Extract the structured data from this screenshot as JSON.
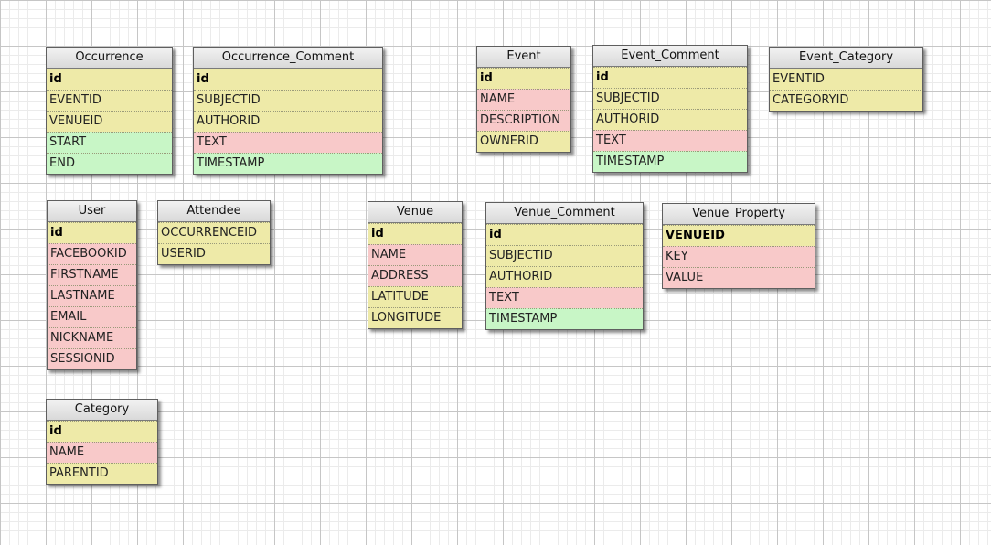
{
  "diagram": {
    "entities": [
      {
        "name": "Occurrence",
        "fields": [
          {
            "label": "id",
            "kind": "key",
            "pk": true
          },
          {
            "label": "EVENTID",
            "kind": "key"
          },
          {
            "label": "VENUEID",
            "kind": "key"
          },
          {
            "label": "START",
            "kind": "time"
          },
          {
            "label": "END",
            "kind": "time"
          }
        ]
      },
      {
        "name": "Occurrence_Comment",
        "fields": [
          {
            "label": "id",
            "kind": "key",
            "pk": true
          },
          {
            "label": "SUBJECTID",
            "kind": "key"
          },
          {
            "label": "AUTHORID",
            "kind": "key"
          },
          {
            "label": "TEXT",
            "kind": "text"
          },
          {
            "label": "TIMESTAMP",
            "kind": "time"
          }
        ]
      },
      {
        "name": "Event",
        "fields": [
          {
            "label": "id",
            "kind": "key",
            "pk": true
          },
          {
            "label": "NAME",
            "kind": "text"
          },
          {
            "label": "DESCRIPTION",
            "kind": "text"
          },
          {
            "label": "OWNERID",
            "kind": "key"
          }
        ]
      },
      {
        "name": "Event_Comment",
        "fields": [
          {
            "label": "id",
            "kind": "key",
            "pk": true
          },
          {
            "label": "SUBJECTID",
            "kind": "key"
          },
          {
            "label": "AUTHORID",
            "kind": "key"
          },
          {
            "label": "TEXT",
            "kind": "text"
          },
          {
            "label": "TIMESTAMP",
            "kind": "time"
          }
        ]
      },
      {
        "name": "Event_Category",
        "fields": [
          {
            "label": "EVENTID",
            "kind": "key"
          },
          {
            "label": "CATEGORYID",
            "kind": "key"
          }
        ]
      },
      {
        "name": "User",
        "fields": [
          {
            "label": "id",
            "kind": "key",
            "pk": true
          },
          {
            "label": "FACEBOOKID",
            "kind": "text"
          },
          {
            "label": "FIRSTNAME",
            "kind": "text"
          },
          {
            "label": "LASTNAME",
            "kind": "text"
          },
          {
            "label": "EMAIL",
            "kind": "text"
          },
          {
            "label": "NICKNAME",
            "kind": "text"
          },
          {
            "label": "SESSIONID",
            "kind": "text"
          }
        ]
      },
      {
        "name": "Attendee",
        "fields": [
          {
            "label": "OCCURRENCEID",
            "kind": "key"
          },
          {
            "label": "USERID",
            "kind": "key"
          }
        ]
      },
      {
        "name": "Venue",
        "fields": [
          {
            "label": "id",
            "kind": "key",
            "pk": true
          },
          {
            "label": "NAME",
            "kind": "text"
          },
          {
            "label": "ADDRESS",
            "kind": "text"
          },
          {
            "label": "LATITUDE",
            "kind": "key"
          },
          {
            "label": "LONGITUDE",
            "kind": "key"
          }
        ]
      },
      {
        "name": "Venue_Comment",
        "fields": [
          {
            "label": "id",
            "kind": "key",
            "pk": true
          },
          {
            "label": "SUBJECTID",
            "kind": "key"
          },
          {
            "label": "AUTHORID",
            "kind": "key"
          },
          {
            "label": "TEXT",
            "kind": "text"
          },
          {
            "label": "TIMESTAMP",
            "kind": "time"
          }
        ]
      },
      {
        "name": "Venue_Property",
        "fields": [
          {
            "label": "VENUEID",
            "kind": "key",
            "pk": true
          },
          {
            "label": "KEY",
            "kind": "text"
          },
          {
            "label": "VALUE",
            "kind": "text"
          }
        ]
      },
      {
        "name": "Category",
        "fields": [
          {
            "label": "id",
            "kind": "key",
            "pk": true
          },
          {
            "label": "NAME",
            "kind": "text"
          },
          {
            "label": "PARENTID",
            "kind": "key"
          }
        ]
      }
    ],
    "field_colors": {
      "key": "#eeeaa8",
      "text": "#f8c9c9",
      "time": "#c8f6c6"
    }
  }
}
